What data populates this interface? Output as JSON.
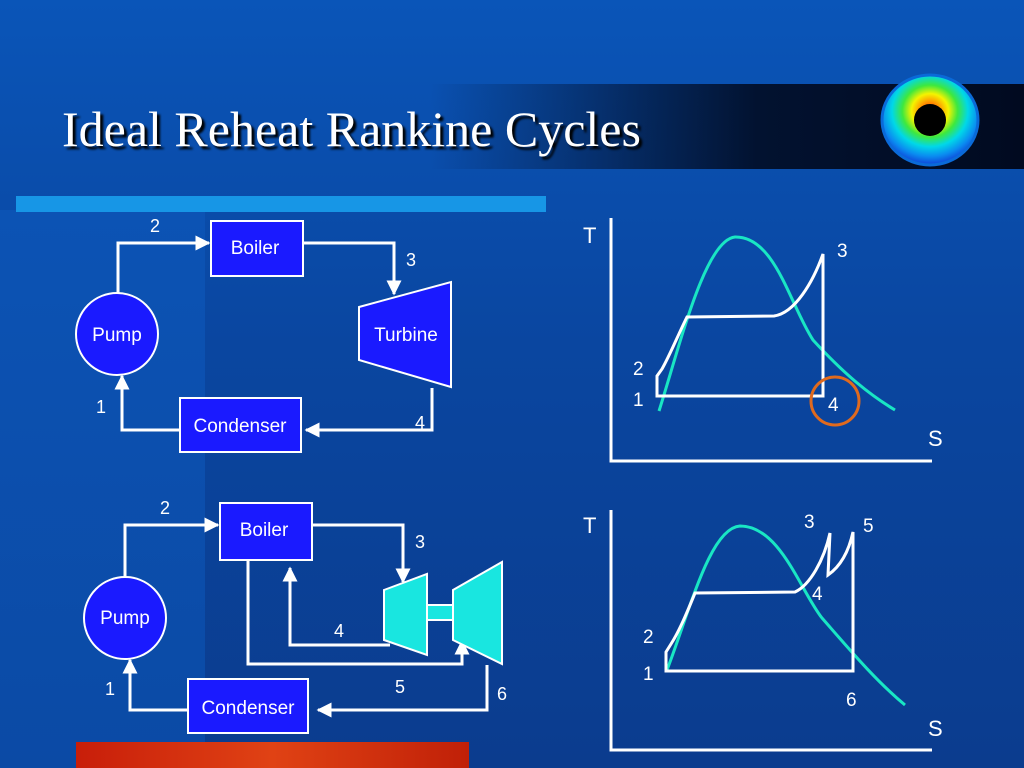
{
  "title": "Ideal Reheat Rankine Cycles",
  "colors": {
    "background": "#0a46a0",
    "component_fill": "#1a1aff",
    "turbine_reheat_fill": "#19e6e0",
    "saturation_dome": "#19e6c4",
    "highlight_circle": "#e06a1e",
    "accent_bar": "#1796e6",
    "bottom_bar": "#d43010"
  },
  "top_cycle": {
    "components": {
      "boiler": "Boiler",
      "turbine": "Turbine",
      "pump": "Pump",
      "condenser": "Condenser"
    },
    "state_labels": [
      "1",
      "2",
      "3",
      "4"
    ],
    "ts_diagram": {
      "axis_t": "T",
      "axis_s": "S",
      "state_labels": [
        "1",
        "2",
        "3",
        "4"
      ]
    }
  },
  "bottom_cycle": {
    "components": {
      "boiler": "Boiler",
      "pump": "Pump",
      "condenser": "Condenser"
    },
    "state_labels": [
      "1",
      "2",
      "3",
      "4",
      "5",
      "6"
    ],
    "ts_diagram": {
      "axis_t": "T",
      "axis_s": "S",
      "state_labels": [
        "1",
        "2",
        "3",
        "4",
        "5",
        "6"
      ]
    }
  },
  "icons": {
    "logo": "thermal-contour-logo-icon",
    "high_pressure_turbine": "turbine-icon",
    "low_pressure_turbine": "turbine-icon"
  }
}
